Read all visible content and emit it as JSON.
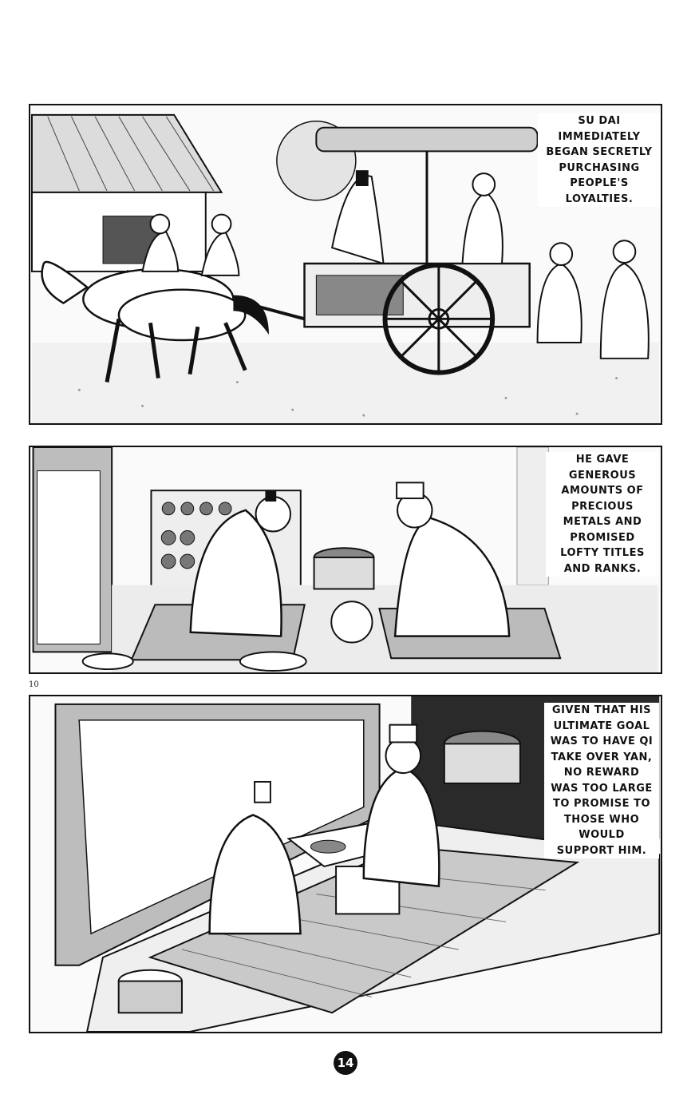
{
  "panels": [
    {
      "caption": "SU DAI\nIMMEDIATELY\nBEGAN SECRETLY\nPURCHASING\nPEOPLE'S\nLOYALTIES."
    },
    {
      "caption": "HE GAVE\nGENEROUS\nAMOUNTS OF\nPRECIOUS\nMETALS AND\nPROMISED\nLOFTY TITLES\nAND RANKS."
    },
    {
      "caption": "GIVEN THAT HIS\nULTIMATE GOAL\nWAS TO HAVE QI\nTAKE OVER YAN,\nNO REWARD\nWAS TOO LARGE\nTO PROMISE TO\nTHOSE WHO\nWOULD\nSUPPORT HIM."
    }
  ],
  "side_page_number": "10",
  "page_number": "14",
  "colors": {
    "ink": "#111111",
    "paper": "#ffffff"
  }
}
